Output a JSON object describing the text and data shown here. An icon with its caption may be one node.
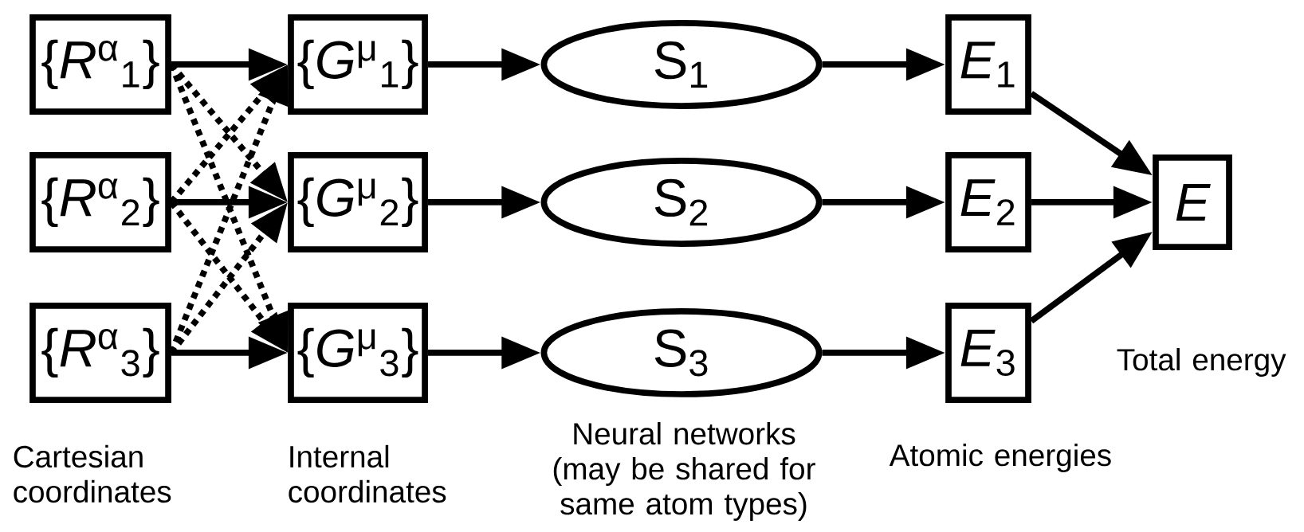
{
  "diagram": {
    "nodes": [
      {
        "text": [
          "{*R*$^{α}$$_{1}$}"
        ]
      },
      {
        "text": [
          "{*R*$^{α}$$_{2}$}"
        ]
      },
      {
        "text": [
          "{*R*$^{α}$$_{3}$}"
        ]
      },
      {
        "text": [
          "{*G*$^{μ}$$_{1}$}"
        ]
      },
      {
        "text": [
          "{*G*$^{μ}$$_{2}$}"
        ]
      },
      {
        "text": [
          "{*G*$^{μ}$$_{3}$}"
        ]
      },
      {
        "text": [
          "S$_{1}$"
        ]
      },
      {
        "text": [
          "S$_{2}$"
        ]
      },
      {
        "text": [
          "S$_{3}$"
        ]
      },
      {
        "text": [
          "*E*$_{1}$"
        ]
      },
      {
        "text": [
          "*E*$_{2}$"
        ]
      },
      {
        "text": [
          "*E*$_{3}$"
        ]
      },
      {
        "text": [
          "E"
        ]
      }
    ],
    "edges": [
      {
        "from": 0,
        "to": 3,
        "arrow": "to"
      },
      {
        "from": 0,
        "to": 4,
        "arrow": "to",
        "style": "dashed"
      },
      {
        "from": 0,
        "to": 5,
        "arrow": "to",
        "style": "dashed"
      },
      {
        "from": 1,
        "to": 3,
        "arrow": "to",
        "style": "dashed"
      },
      {
        "from": 1,
        "to": 4,
        "arrow": "to"
      },
      {
        "from": 1,
        "to": 5,
        "arrow": "to",
        "style": "dashed"
      },
      {
        "from": 2,
        "to": 3,
        "arrow": "to",
        "style": "dashed"
      },
      {
        "from": 2,
        "to": 4,
        "arrow": "to",
        "style": "dashed"
      },
      {
        "from": 2,
        "to": 5,
        "arrow": "to"
      },
      {
        "from": 3,
        "to": 6,
        "arrow": "to"
      },
      {
        "from": 4,
        "to": 7,
        "arrow": "to"
      },
      {
        "from": 5,
        "to": 8,
        "arrow": "to"
      },
      {
        "from": 6,
        "to": 9,
        "arrow": "to"
      },
      {
        "from": 7,
        "to": 10,
        "arrow": "to"
      },
      {
        "from": 8,
        "to": 11,
        "arrow": "to"
      },
      {
        "from": 9,
        "to": 12,
        "arrow": "to"
      },
      {
        "from": 10,
        "to": 12,
        "arrow": "to"
      },
      {
        "from": 11,
        "to": 12,
        "arrow": "to"
      }
    ],
    "labels": [
      "Total energy",
      "Cartesian coordinates",
      "Internal coordinates",
      "Neural networks (may be shared for same atom types)",
      "Atomic energies"
    ]
  }
}
